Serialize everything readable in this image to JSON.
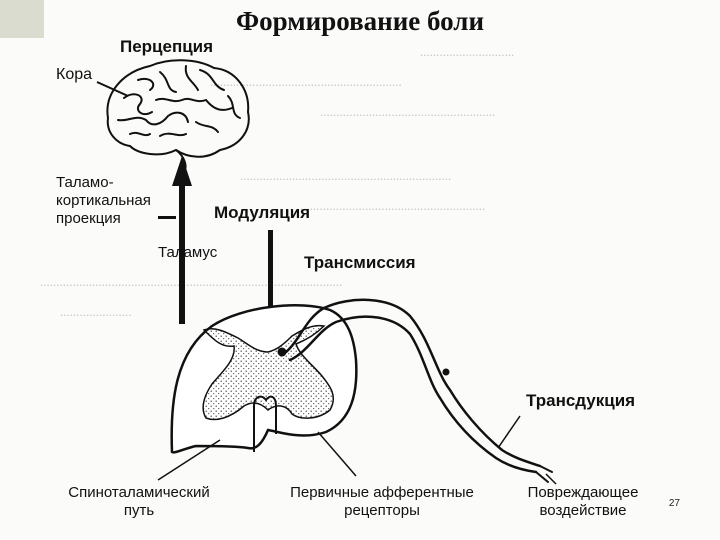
{
  "title": "Формирование боли",
  "labels": {
    "perception": "Перцепция",
    "cortex": "Кора",
    "thalamocortical_line1": "Таламо-",
    "thalamocortical_line2": "кортикальная",
    "thalamocortical_line3": "проекция",
    "modulation": "Модуляция",
    "thalamus": "Таламус",
    "transmission": "Трансмиссия",
    "transduction": "Трансдукция",
    "spinothalamic_line1": "Спиноталамический",
    "spinothalamic_line2": "путь",
    "primary_afferent_line1": "Первичные афферентные",
    "primary_afferent_line2": "рецепторы",
    "damaging_line1": "Повреждающее",
    "damaging_line2": "воздействие"
  },
  "page_number": "27",
  "colors": {
    "corner": "#d9dccf",
    "ink": "#111111",
    "faint_text": "#c4c4c0"
  }
}
